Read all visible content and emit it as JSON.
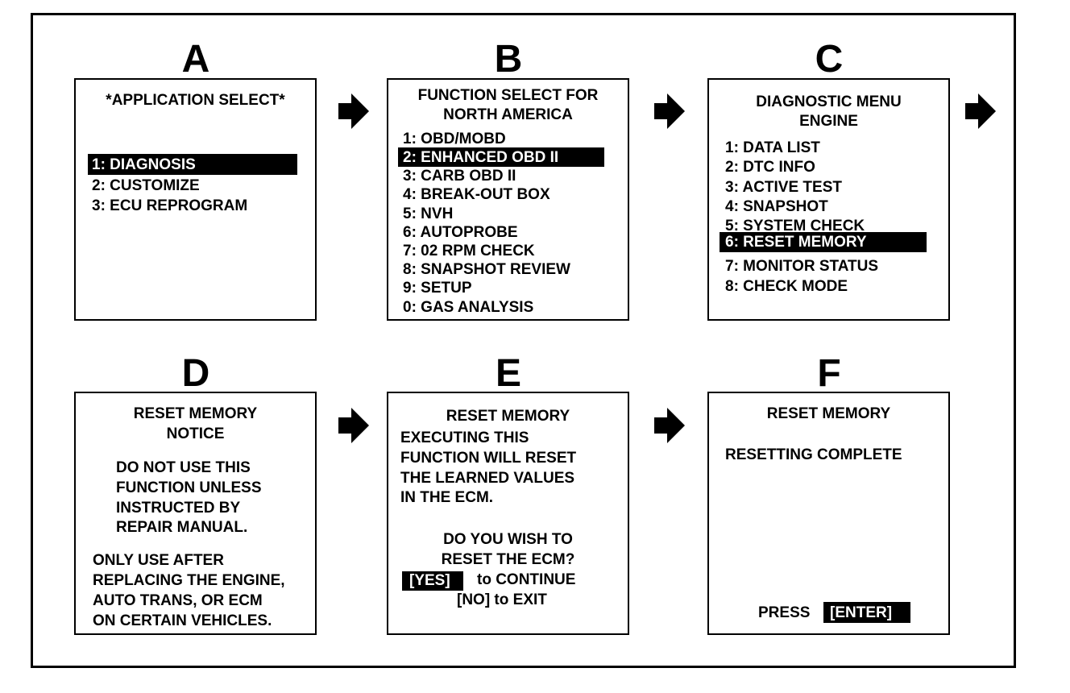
{
  "panels": {
    "a": {
      "letter": "A",
      "title": "*APPLICATION SELECT*",
      "items": [
        "1: DIAGNOSIS",
        "2:  CUSTOMIZE",
        "3:  ECU REPROGRAM"
      ]
    },
    "b": {
      "letter": "B",
      "title_lines": [
        "FUNCTION SELECT FOR",
        "NORTH AMERICA"
      ],
      "items": [
        "1:  OBD/MOBD",
        "2:  ENHANCED OBD II",
        "3:  CARB OBD II",
        "4:  BREAK-OUT BOX",
        "5:  NVH",
        "6:  AUTOPROBE",
        "7:  02 RPM CHECK",
        "8:  SNAPSHOT REVIEW",
        "9:  SETUP",
        "0:  GAS ANALYSIS"
      ]
    },
    "c": {
      "letter": "C",
      "title_lines": [
        "DIAGNOSTIC MENU",
        "ENGINE"
      ],
      "items": [
        "1:  DATA LIST",
        "2:  DTC INFO",
        "3:  ACTIVE TEST",
        "4:  SNAPSHOT",
        "5:  SYSTEM CHECK",
        "6:  RESET MEMORY",
        "7:  MONITOR STATUS",
        "8:  CHECK MODE"
      ]
    },
    "d": {
      "letter": "D",
      "title_lines": [
        "RESET MEMORY",
        "NOTICE"
      ],
      "notice_lines": [
        "DO NOT USE THIS",
        "FUNCTION UNLESS",
        "INSTRUCTED BY",
        "REPAIR MANUAL."
      ],
      "warning_lines": [
        "ONLY USE AFTER",
        "REPLACING THE ENGINE,",
        "AUTO TRANS, OR ECM",
        "ON CERTAIN VEHICLES."
      ]
    },
    "e": {
      "letter": "E",
      "title": "RESET MEMORY",
      "body_lines": [
        "EXECUTING THIS",
        "FUNCTION WILL RESET",
        "THE LEARNED VALUES",
        "IN THE ECM."
      ],
      "question_lines": [
        "DO YOU WISH TO",
        "RESET THE ECM?"
      ],
      "yes_key": "[YES]",
      "yes_text": "to CONTINUE",
      "no_line": "[NO] to EXIT"
    },
    "f": {
      "letter": "F",
      "title": "RESET MEMORY",
      "status": "RESETTING COMPLETE",
      "press_label": "PRESS",
      "enter_key": "[ENTER]"
    }
  }
}
